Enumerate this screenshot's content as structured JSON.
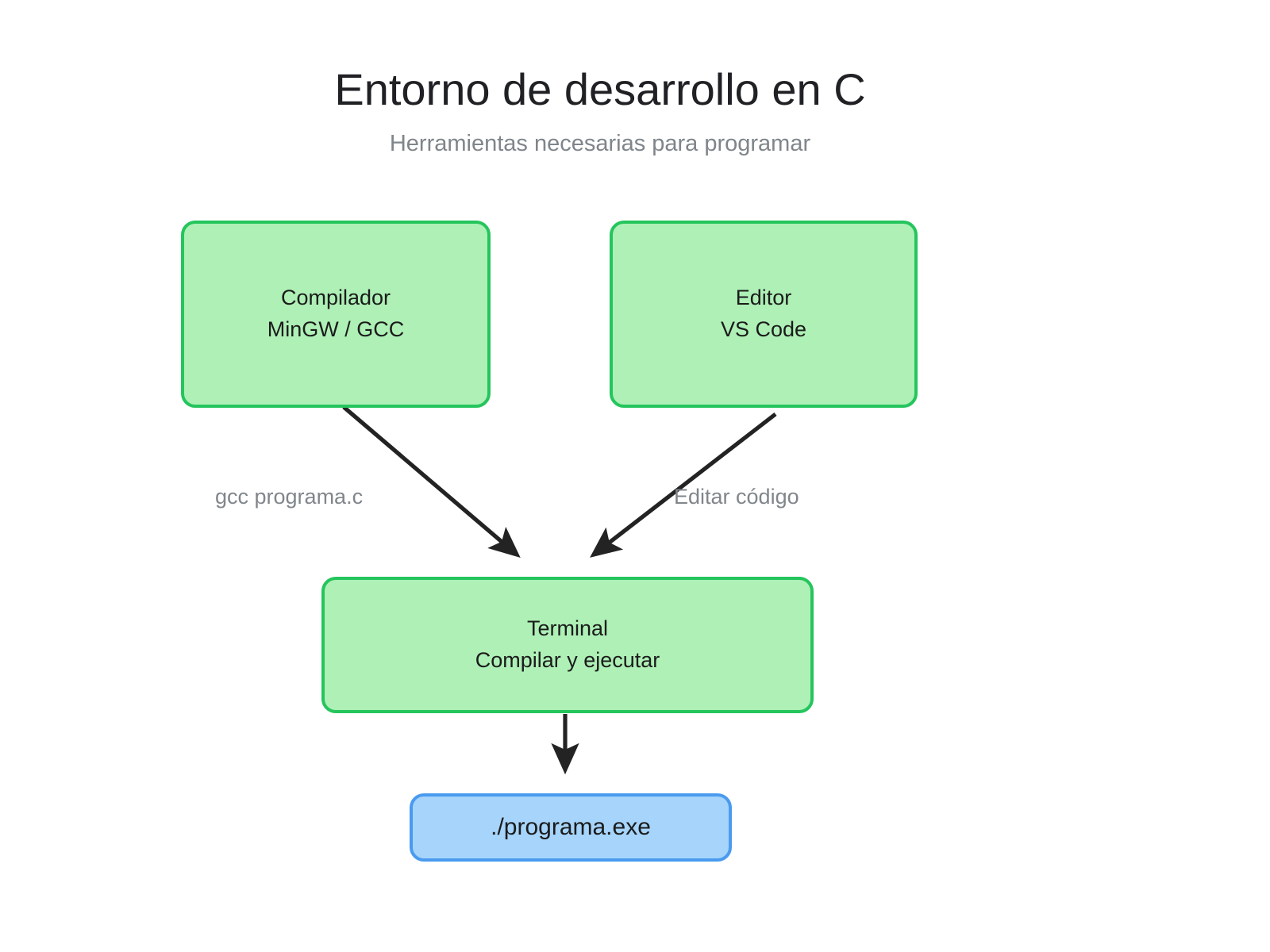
{
  "page": {
    "title": "Entorno de desarrollo en C",
    "subtitle": "Herramientas necesarias para programar",
    "background_color": "#ffffff",
    "title_color": "#202124",
    "subtitle_color": "#7f858a"
  },
  "theme": {
    "node_green_fill": "#aef0b6",
    "node_green_stroke": "#25c55d",
    "node_blue_fill": "#a6d4fb",
    "node_blue_stroke": "#4a9bef",
    "edge_color": "#232323",
    "edge_label_color": "#80868b",
    "node_text_color": "#1b1b1b"
  },
  "diagram": {
    "type": "flowchart",
    "direction": "top-down",
    "nodes": [
      {
        "id": "compilador",
        "lines": [
          "Compilador",
          "MinGW / GCC"
        ],
        "shape": "rounded-rect",
        "fill": "#aef0b6",
        "stroke": "#25c55d"
      },
      {
        "id": "editor",
        "lines": [
          "Editor",
          "VS Code"
        ],
        "shape": "rounded-rect",
        "fill": "#aef0b6",
        "stroke": "#25c55d"
      },
      {
        "id": "terminal",
        "lines": [
          "Terminal",
          "Compilar y ejecutar"
        ],
        "shape": "rounded-rect",
        "fill": "#aef0b6",
        "stroke": "#25c55d"
      },
      {
        "id": "programa",
        "lines": [
          "./programa.exe"
        ],
        "shape": "rounded-rect",
        "fill": "#a6d4fb",
        "stroke": "#4a9bef"
      }
    ],
    "edges": [
      {
        "id": "e1",
        "from": "compilador",
        "to": "terminal",
        "label": "gcc programa.c"
      },
      {
        "id": "e2",
        "from": "editor",
        "to": "terminal",
        "label": "Editar código"
      },
      {
        "id": "e3",
        "from": "terminal",
        "to": "programa",
        "label": ""
      }
    ]
  },
  "node_text": {
    "compilador": {
      "line1": "Compilador",
      "line2": "MinGW / GCC"
    },
    "editor": {
      "line1": "Editor",
      "line2": "VS Code"
    },
    "terminal": {
      "line1": "Terminal",
      "line2": "Compilar y ejecutar"
    },
    "programa": {
      "line1": "./programa.exe"
    }
  },
  "edge_labels": {
    "gcc": "gcc programa.c",
    "editar": "Editar código"
  }
}
